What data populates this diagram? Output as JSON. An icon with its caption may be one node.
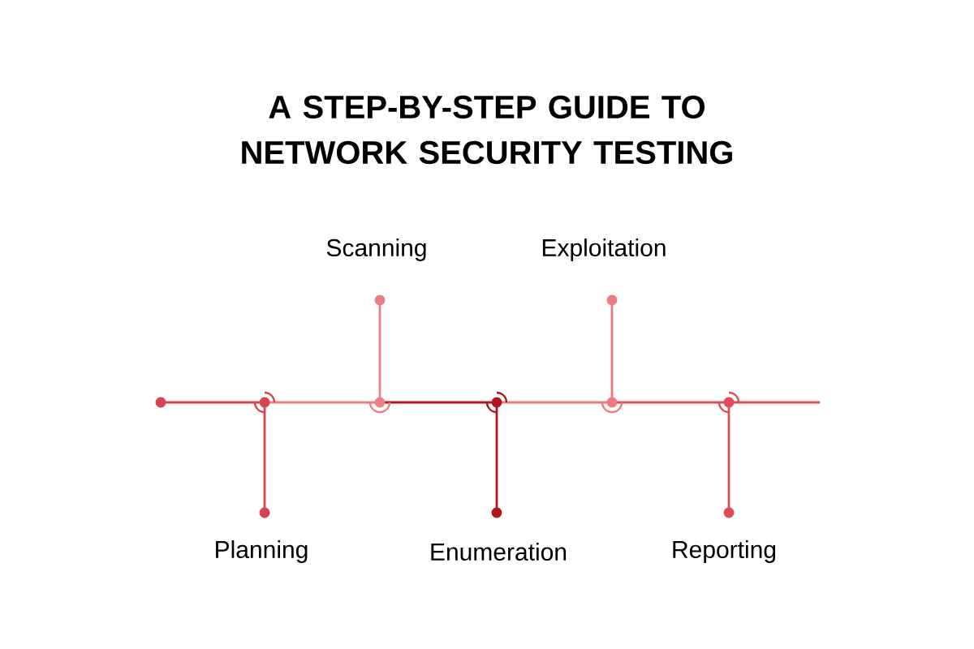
{
  "diagram": {
    "title": "A STEP-BY-STEP GUIDE TO NETWORK SECURITY TESTING",
    "labels": [
      "Scanning",
      "Exploitation",
      "Planning",
      "Enumeration",
      "Reporting"
    ]
  }
}
